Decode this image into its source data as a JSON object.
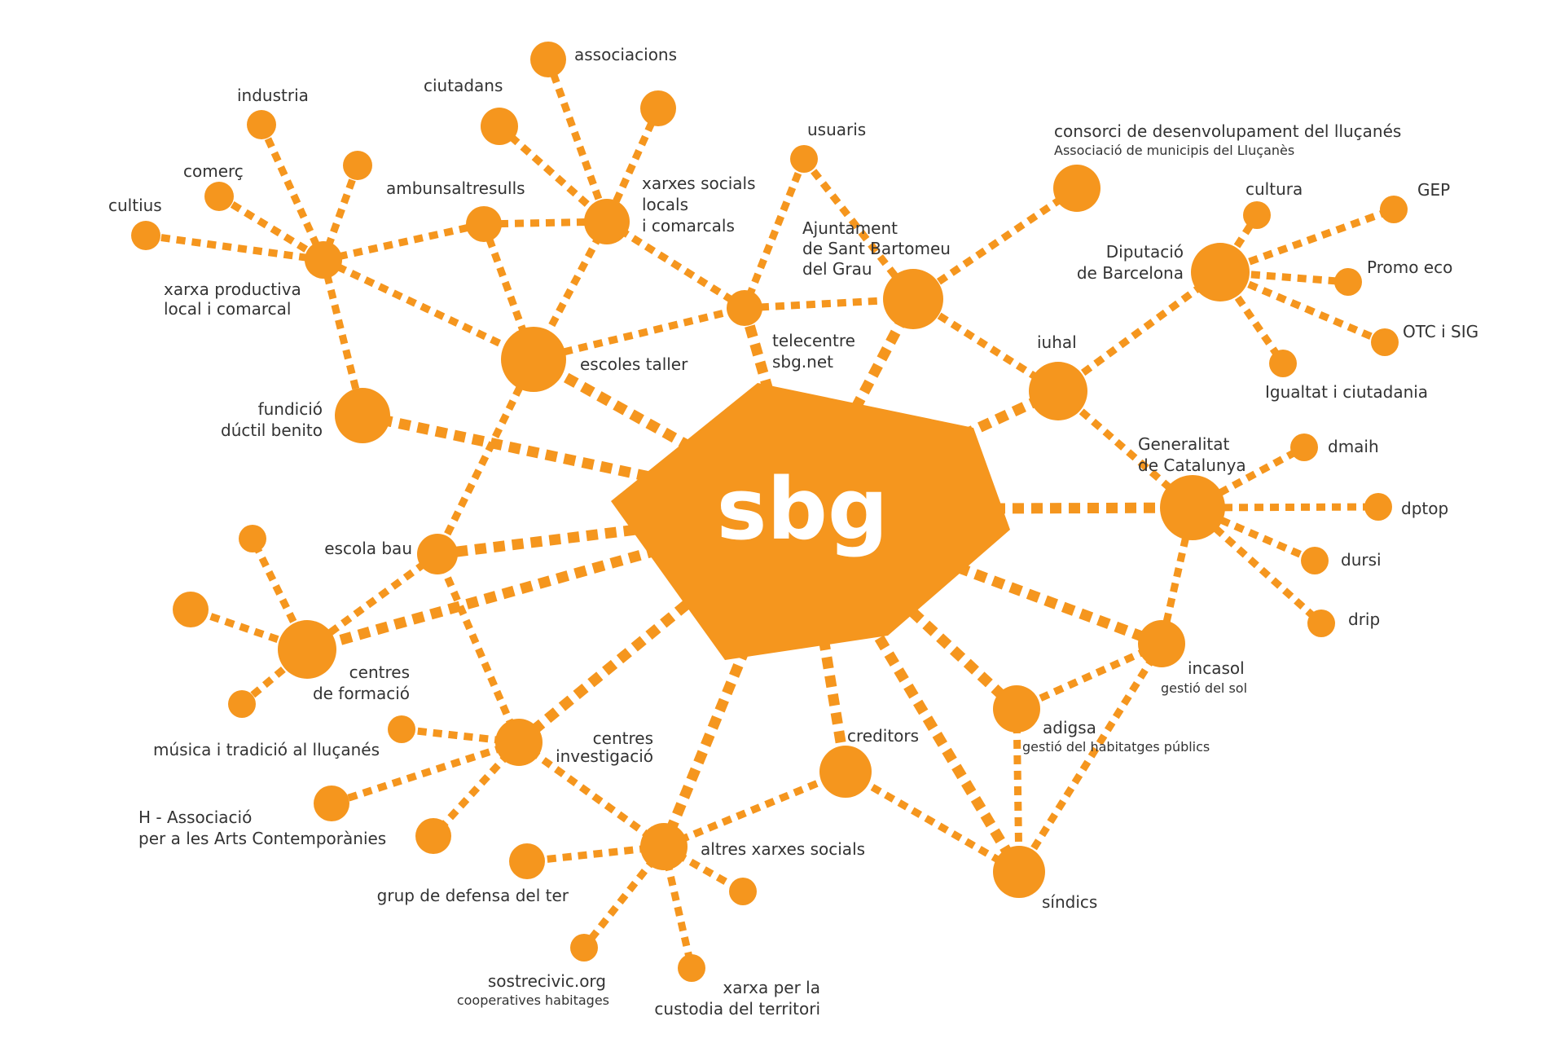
{
  "diagram": {
    "color": "#F5961E",
    "center_label": "sbg",
    "nodes": [
      {
        "id": "sbg",
        "labels": [
          "sbg"
        ]
      },
      {
        "id": "associacions",
        "labels": [
          "associacions"
        ]
      },
      {
        "id": "ciutadans",
        "labels": [
          "ciutadans"
        ]
      },
      {
        "id": "anon-top",
        "labels": []
      },
      {
        "id": "industria",
        "labels": [
          "industria"
        ]
      },
      {
        "id": "comerc",
        "labels": [
          "comerç"
        ]
      },
      {
        "id": "anon-prod",
        "labels": []
      },
      {
        "id": "cultius",
        "labels": [
          "cultius"
        ]
      },
      {
        "id": "xarxa-productiva",
        "labels": [
          "xarxa productiva",
          "local i comarcal"
        ]
      },
      {
        "id": "ambunsaltresulls",
        "labels": [
          "ambunsaltresulls"
        ]
      },
      {
        "id": "xarxes-socials",
        "labels": [
          "xarxes socials",
          "locals",
          "i comarcals"
        ]
      },
      {
        "id": "usuaris",
        "labels": [
          "usuaris"
        ]
      },
      {
        "id": "telecentre",
        "labels": [
          "telecentre",
          "sbg.net"
        ]
      },
      {
        "id": "escoles-taller",
        "labels": [
          "escoles taller"
        ]
      },
      {
        "id": "fundicio",
        "labels": [
          "fundició",
          "dúctil benito"
        ]
      },
      {
        "id": "ajuntament",
        "labels": [
          "Ajuntament",
          "de Sant Bartomeu",
          "del Grau"
        ]
      },
      {
        "id": "consorci",
        "labels": [
          "consorci de desenvolupament del lluçanés"
        ],
        "sublabels": [
          "Associació de municipis del Lluçanès"
        ]
      },
      {
        "id": "iuhal",
        "labels": [
          "iuhal"
        ]
      },
      {
        "id": "diputacio",
        "labels": [
          "Diputació",
          "de Barcelona"
        ]
      },
      {
        "id": "cultura",
        "labels": [
          "cultura"
        ]
      },
      {
        "id": "gep",
        "labels": [
          "GEP"
        ]
      },
      {
        "id": "promo-eco",
        "labels": [
          "Promo eco"
        ]
      },
      {
        "id": "otc-sig",
        "labels": [
          "OTC i SIG"
        ]
      },
      {
        "id": "igualtat",
        "labels": [
          "Igualtat i ciutadania"
        ]
      },
      {
        "id": "generalitat",
        "labels": [
          "Generalitat",
          "de Catalunya"
        ]
      },
      {
        "id": "dmaih",
        "labels": [
          "dmaih"
        ]
      },
      {
        "id": "dptop",
        "labels": [
          "dptop"
        ]
      },
      {
        "id": "dursi",
        "labels": [
          "dursi"
        ]
      },
      {
        "id": "drip",
        "labels": [
          "drip"
        ]
      },
      {
        "id": "incasol",
        "labels": [
          "incasol"
        ],
        "sublabels": [
          "gestió del sol"
        ]
      },
      {
        "id": "adigsa",
        "labels": [
          "adigsa"
        ],
        "sublabels": [
          "gestió del habitatges públics"
        ]
      },
      {
        "id": "sindics",
        "labels": [
          "síndics"
        ]
      },
      {
        "id": "creditors",
        "labels": [
          "creditors"
        ]
      },
      {
        "id": "altres-xarxes",
        "labels": [
          "altres xarxes socials"
        ]
      },
      {
        "id": "anon-altres",
        "labels": []
      },
      {
        "id": "xarxa-custodia",
        "labels": [
          "xarxa per la",
          "custodia del territori"
        ]
      },
      {
        "id": "sostrecivic",
        "labels": [
          "sostrecivic.org"
        ],
        "sublabels": [
          "cooperatives habitages"
        ]
      },
      {
        "id": "grup-defensa",
        "labels": [
          "grup de defensa del ter"
        ]
      },
      {
        "id": "centres-investigacio",
        "labels": [
          "centres",
          "investigació"
        ]
      },
      {
        "id": "musica",
        "labels": [
          "música i tradició al lluçanés"
        ]
      },
      {
        "id": "h-associacio",
        "labels": [
          "H - Associació",
          "per a les Arts Contemporànies"
        ]
      },
      {
        "id": "anon-inv",
        "labels": []
      },
      {
        "id": "escola-bau",
        "labels": [
          "escola bau"
        ]
      },
      {
        "id": "centres-formacio",
        "labels": [
          "centres",
          "de formació"
        ]
      },
      {
        "id": "anon-form-top",
        "labels": []
      },
      {
        "id": "anon-form-left",
        "labels": []
      },
      {
        "id": "anon-form-bottom",
        "labels": []
      }
    ],
    "edges": [
      [
        "associacions",
        "xarxes-socials"
      ],
      [
        "ciutadans",
        "xarxes-socials"
      ],
      [
        "anon-top",
        "xarxes-socials"
      ],
      [
        "ambunsaltresulls",
        "xarxes-socials"
      ],
      [
        "xarxes-socials",
        "telecentre"
      ],
      [
        "xarxes-socials",
        "escoles-taller"
      ],
      [
        "industria",
        "xarxa-productiva"
      ],
      [
        "comerc",
        "xarxa-productiva"
      ],
      [
        "anon-prod",
        "xarxa-productiva"
      ],
      [
        "cultius",
        "xarxa-productiva"
      ],
      [
        "xarxa-productiva",
        "ambunsaltresulls"
      ],
      [
        "xarxa-productiva",
        "escoles-taller"
      ],
      [
        "xarxa-productiva",
        "fundicio"
      ],
      [
        "ambunsaltresulls",
        "escoles-taller"
      ],
      [
        "escoles-taller",
        "telecentre"
      ],
      [
        "escoles-taller",
        "sbg"
      ],
      [
        "escoles-taller",
        "escola-bau"
      ],
      [
        "fundicio",
        "sbg"
      ],
      [
        "usuaris",
        "telecentre"
      ],
      [
        "usuaris",
        "ajuntament"
      ],
      [
        "telecentre",
        "ajuntament"
      ],
      [
        "telecentre",
        "sbg"
      ],
      [
        "ajuntament",
        "sbg"
      ],
      [
        "ajuntament",
        "consorci"
      ],
      [
        "ajuntament",
        "iuhal"
      ],
      [
        "iuhal",
        "sbg"
      ],
      [
        "iuhal",
        "diputacio"
      ],
      [
        "iuhal",
        "generalitat"
      ],
      [
        "diputacio",
        "cultura"
      ],
      [
        "diputacio",
        "gep"
      ],
      [
        "diputacio",
        "promo-eco"
      ],
      [
        "diputacio",
        "otc-sig"
      ],
      [
        "diputacio",
        "igualtat"
      ],
      [
        "generalitat",
        "sbg"
      ],
      [
        "generalitat",
        "dmaih"
      ],
      [
        "generalitat",
        "dptop"
      ],
      [
        "generalitat",
        "dursi"
      ],
      [
        "generalitat",
        "drip"
      ],
      [
        "generalitat",
        "incasol"
      ],
      [
        "incasol",
        "sbg"
      ],
      [
        "incasol",
        "adigsa"
      ],
      [
        "incasol",
        "sindics"
      ],
      [
        "adigsa",
        "sbg"
      ],
      [
        "adigsa",
        "sindics"
      ],
      [
        "sbg",
        "sindics"
      ],
      [
        "sbg",
        "creditors"
      ],
      [
        "creditors",
        "sindics"
      ],
      [
        "creditors",
        "altres-xarxes"
      ],
      [
        "sbg",
        "altres-xarxes"
      ],
      [
        "sbg",
        "centres-investigacio"
      ],
      [
        "sbg",
        "centres-formacio"
      ],
      [
        "sbg",
        "escola-bau"
      ],
      [
        "altres-xarxes",
        "anon-altres"
      ],
      [
        "altres-xarxes",
        "xarxa-custodia"
      ],
      [
        "altres-xarxes",
        "sostrecivic"
      ],
      [
        "altres-xarxes",
        "grup-defensa"
      ],
      [
        "altres-xarxes",
        "centres-investigacio"
      ],
      [
        "centres-investigacio",
        "musica"
      ],
      [
        "centres-investigacio",
        "h-associacio"
      ],
      [
        "centres-investigacio",
        "anon-inv"
      ],
      [
        "centres-investigacio",
        "escola-bau"
      ],
      [
        "escola-bau",
        "centres-formacio"
      ],
      [
        "centres-formacio",
        "anon-form-top"
      ],
      [
        "centres-formacio",
        "anon-form-left"
      ],
      [
        "centres-formacio",
        "anon-form-bottom"
      ]
    ]
  }
}
